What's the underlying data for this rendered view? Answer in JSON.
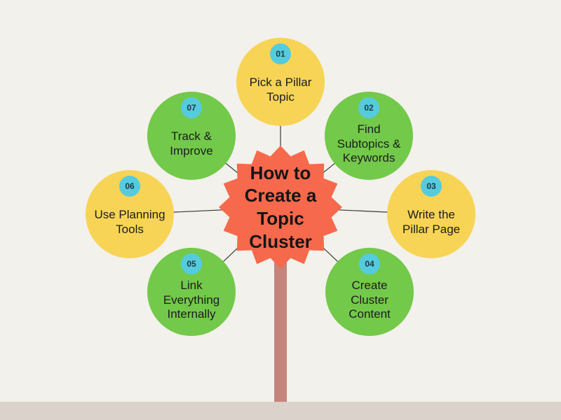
{
  "diagram": {
    "title": "How to\nCreate a\nTopic\nCluster",
    "steps": [
      {
        "number": "01",
        "label": "Pick a Pillar\nTopic",
        "color": "#F8D456"
      },
      {
        "number": "02",
        "label": "Find\nSubtopics &\nKeywords",
        "color": "#73C94A"
      },
      {
        "number": "03",
        "label": "Write the\nPillar Page",
        "color": "#F8D456"
      },
      {
        "number": "04",
        "label": "Create\nCluster\nContent",
        "color": "#73C94A"
      },
      {
        "number": "05",
        "label": "Link\nEverything\nInternally",
        "color": "#73C94A"
      },
      {
        "number": "06",
        "label": "Use Planning\nTools",
        "color": "#F8D456"
      },
      {
        "number": "07",
        "label": "Track &\nImprove",
        "color": "#73C94A"
      }
    ],
    "colors": {
      "background": "#F2F1EB",
      "ground_strip": "#DAD2CB",
      "center_burst": "#F7694C",
      "stem": "#C5847B",
      "number_badge": "#55CBDE",
      "yellow_circle": "#F8D456",
      "green_circle": "#73C94A",
      "connector_line": "#3A3A3A",
      "text": "#1C1C1C"
    }
  }
}
